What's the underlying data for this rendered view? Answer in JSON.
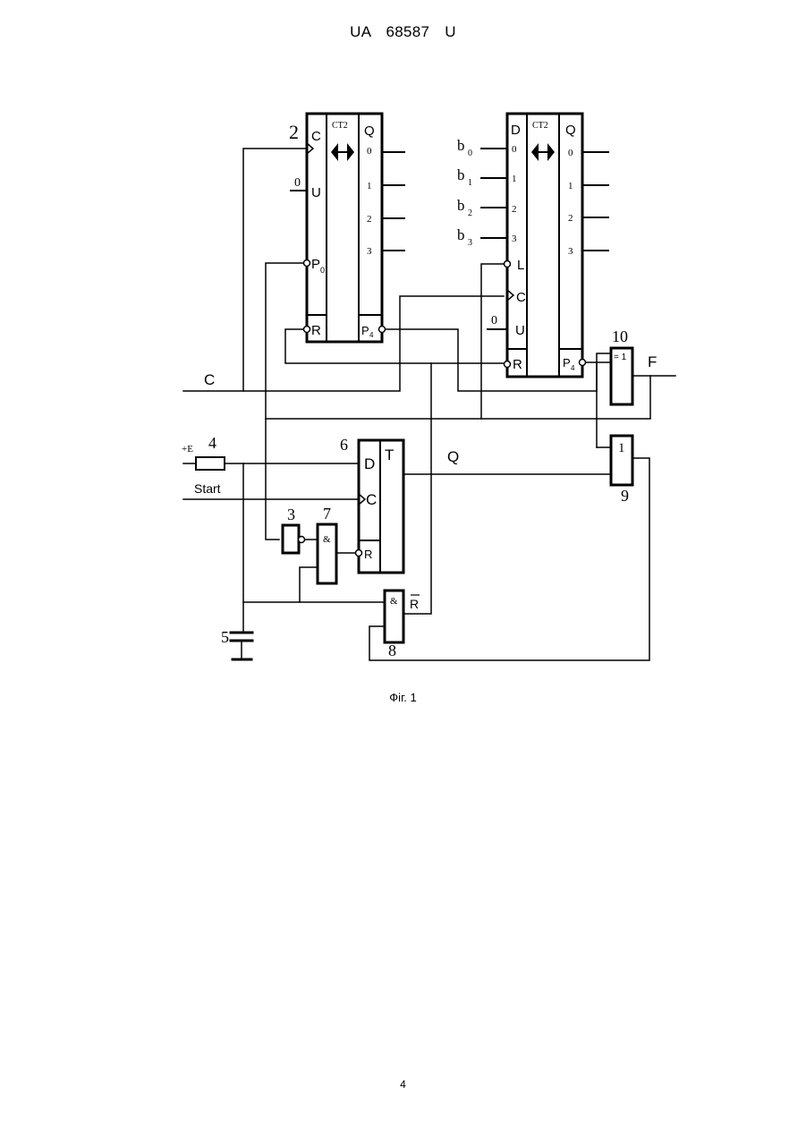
{
  "header": "UA   68587   U",
  "caption": "Фіг. 1",
  "page_number": "4",
  "diagram": {
    "block_numbers": {
      "counter_a": "2",
      "inverter": "3",
      "resistor": "4",
      "capacitor": "5",
      "flipflop": "6",
      "and_gate_a": "7",
      "and_gate_b": "8",
      "or_gate": "9",
      "xor_gate": "10"
    },
    "counter_a": {
      "left_pins": [
        "C",
        "U",
        "P",
        "0",
        "R"
      ],
      "type_label": "CT2",
      "output_label": "Q",
      "outputs": [
        "0",
        "1",
        "2",
        "3"
      ],
      "carry": "P",
      "carry_sub": "4",
      "u_input": "0"
    },
    "counter_b": {
      "data_label": "D",
      "data_pins": [
        "0",
        "1",
        "2",
        "3"
      ],
      "inputs": [
        "b",
        "b",
        "b",
        "b"
      ],
      "input_subs": [
        "0",
        "1",
        "2",
        "3"
      ],
      "left_pins": [
        "L",
        "C",
        "U",
        "R"
      ],
      "type_label": "CT2",
      "output_label": "Q",
      "outputs": [
        "0",
        "1",
        "2",
        "3"
      ],
      "carry": "P",
      "carry_sub": "4",
      "u_input": "0"
    },
    "flipflop": {
      "d": "D",
      "c": "C",
      "r": "R",
      "type": "T"
    },
    "gates": {
      "xor": "= 1",
      "or": "1",
      "and_a": "&",
      "and_b": "&"
    },
    "signals": {
      "clock": "C",
      "output": "F",
      "supply": "+E",
      "start": "Start",
      "q_line": "Q",
      "r_bar": "R"
    }
  }
}
